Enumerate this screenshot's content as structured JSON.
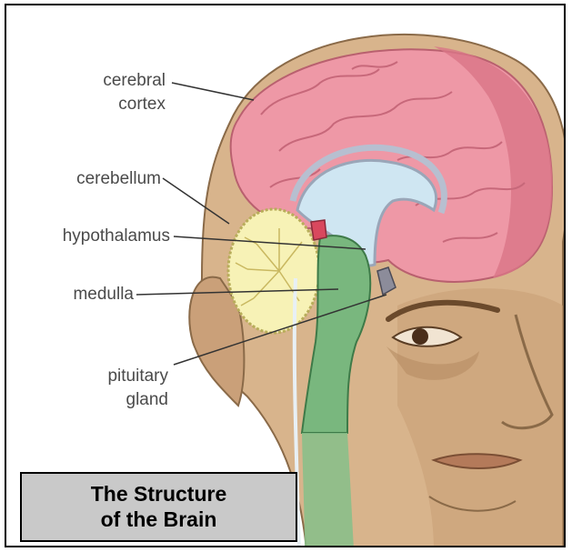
{
  "labels": {
    "cerebral_cortex": [
      "cerebral",
      "cortex"
    ],
    "cerebellum": "cerebellum",
    "hypothalamus": "hypothalamus",
    "medulla": "medulla",
    "pituitary_gland": [
      "pituitary",
      "gland"
    ]
  },
  "title": [
    "The Structure",
    "of the Brain"
  ],
  "colors": {
    "skin": "#d8b48c",
    "skin_shadow": "#b98f64",
    "cortex": "#ee98a6",
    "cortex_dark": "#d97587",
    "ventricle": "#cfe6f2",
    "cerebellum": "#f7f2b6",
    "brainstem": "#79b77e",
    "pituitary": "#8c8c9a"
  }
}
